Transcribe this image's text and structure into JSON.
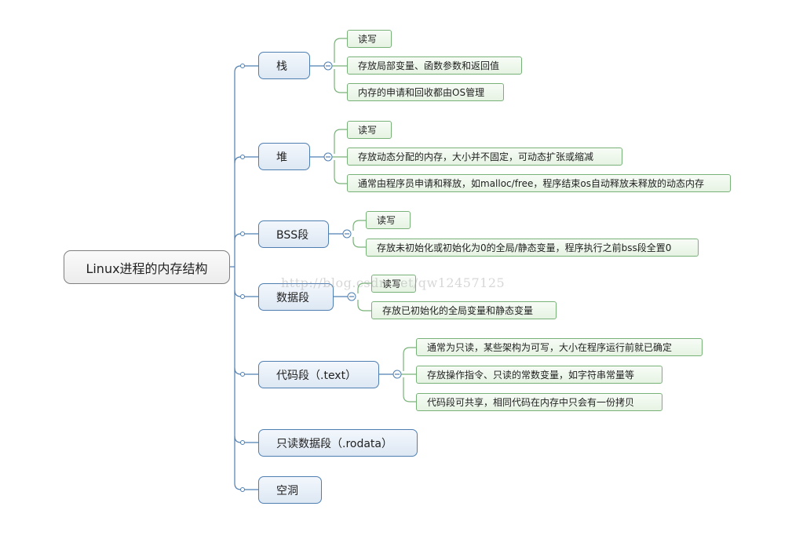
{
  "diagram": {
    "root": "Linux进程的内存结构",
    "branches": [
      {
        "label": "栈",
        "leaves": [
          "读写",
          "存放局部变量、函数参数和返回值",
          "内存的申请和回收都由OS管理"
        ]
      },
      {
        "label": "堆",
        "leaves": [
          "读写",
          "存放动态分配的内存，大小并不固定，可动态扩张或缩减",
          "通常由程序员申请和释放，如malloc/free，程序结束os自动释放未释放的动态内存"
        ]
      },
      {
        "label": "BSS段",
        "leaves": [
          "读写",
          "存放未初始化或初始化为0的全局/静态变量，程序执行之前bss段全置0"
        ]
      },
      {
        "label": "数据段",
        "leaves": [
          "读写",
          "存放已初始化的全局变量和静态变量"
        ]
      },
      {
        "label": "代码段（.text）",
        "leaves": [
          "通常为只读，某些架构为可写，大小在程序运行前就已确定",
          "存放操作指令、只读的常数变量，如字符串常量等",
          "代码段可共享，相同代码在内存中只会有一份拷贝"
        ]
      },
      {
        "label": "只读数据段（.rodata）",
        "leaves": []
      },
      {
        "label": "空洞",
        "leaves": []
      }
    ]
  },
  "watermark": "http://blog.csdn.net/qw12457125",
  "colors": {
    "branch_line": "#4f7fb1",
    "leaf_line": "#79b279",
    "root_border": "#7f7f7f"
  }
}
